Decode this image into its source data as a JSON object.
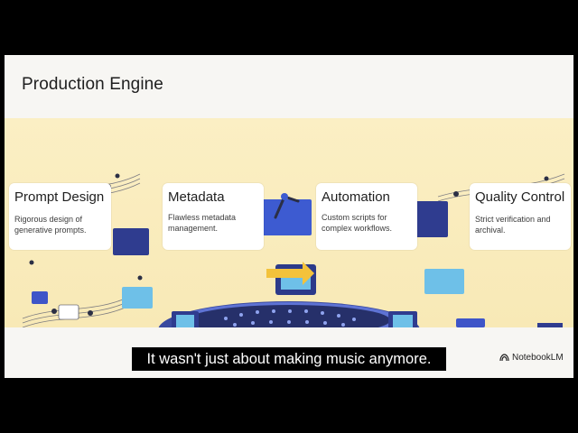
{
  "slide": {
    "title": "Production Engine",
    "stages": [
      {
        "title": "Prompt Design",
        "description": "Rigorous design of generative prompts."
      },
      {
        "title": "Metadata",
        "description": "Flawless metadata management."
      },
      {
        "title": "Automation",
        "description": "Custom scripts for complex workflows."
      },
      {
        "title": "Quality Control",
        "description": "Strict verification and archival."
      }
    ]
  },
  "caption": {
    "text": "It wasn't just about making music anymore."
  },
  "brand": {
    "name": "NotebookLM",
    "icon": "notebooklm-logo-icon"
  },
  "colors": {
    "letterbox": "#000000",
    "slide_background": "#f7f6f3",
    "band": "#f8e9b6",
    "accent_blue": "#3d5bd1",
    "arrow_yellow": "#f3c23b"
  }
}
